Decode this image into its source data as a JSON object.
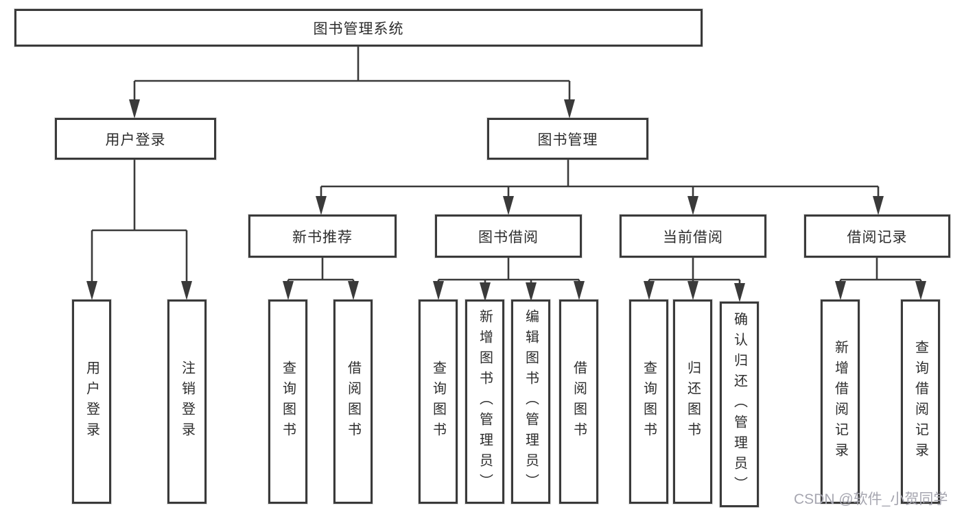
{
  "colors": {
    "line": "#3a3a3a",
    "border": "#3a3a3a",
    "text": "#2d2d2d",
    "watermark": "#a6a6b0",
    "background": "#ffffff"
  },
  "diagram": {
    "root": {
      "label": "图书管理系统"
    },
    "level2": [
      {
        "id": "user-login",
        "label": "用户登录"
      },
      {
        "id": "book-management",
        "label": "图书管理"
      }
    ],
    "level3": [
      {
        "id": "new-book-recommend",
        "label": "新书推荐",
        "parent": "book-management"
      },
      {
        "id": "book-borrow",
        "label": "图书借阅",
        "parent": "book-management"
      },
      {
        "id": "current-borrow",
        "label": "当前借阅",
        "parent": "book-management"
      },
      {
        "id": "borrow-records",
        "label": "借阅记录",
        "parent": "book-management"
      }
    ],
    "leaves": [
      {
        "parent": "user-login",
        "label": "用户登录"
      },
      {
        "parent": "user-login",
        "label": "注销登录"
      },
      {
        "parent": "new-book-recommend",
        "label": "查询图书"
      },
      {
        "parent": "new-book-recommend",
        "label": "借阅图书"
      },
      {
        "parent": "book-borrow",
        "label": "查询图书"
      },
      {
        "parent": "book-borrow",
        "label": "新增图书（管理员）"
      },
      {
        "parent": "book-borrow",
        "label": "编辑图书（管理员）"
      },
      {
        "parent": "book-borrow",
        "label": "借阅图书"
      },
      {
        "parent": "current-borrow",
        "label": "查询图书"
      },
      {
        "parent": "current-borrow",
        "label": "归还图书"
      },
      {
        "parent": "current-borrow",
        "label": "确认归还（管理员）"
      },
      {
        "parent": "borrow-records",
        "label": "新增借阅记录"
      },
      {
        "parent": "borrow-records",
        "label": "查询借阅记录"
      }
    ]
  },
  "watermark": {
    "text": "CSDN @软件_小贺同学"
  }
}
